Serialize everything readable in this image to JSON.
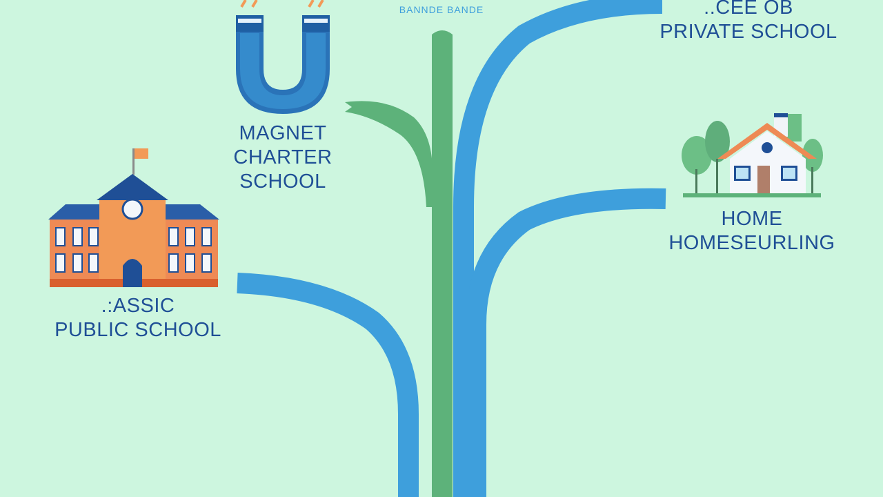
{
  "colors": {
    "background": "#cdf6df",
    "branch_blue": "#3e9fdc",
    "trunk_green": "#5db27a",
    "text_navy": "#1f4f96",
    "brick_orange": "#ee8a55",
    "roof_navy": "#1f4f96",
    "flag_orange": "#f29a57"
  },
  "top_caption": "BANNDE BANDE",
  "nodes": {
    "magnet": {
      "icon": "magnet-icon",
      "lines": [
        "MAGNET",
        "CHARTER",
        "SCHOOL"
      ]
    },
    "private": {
      "icon": "",
      "lines": [
        "..CEE OB",
        "PRIVATE SCHOOL"
      ]
    },
    "home": {
      "icon": "house-icon",
      "lines": [
        "HOME",
        "HOMESEURLING"
      ]
    },
    "public": {
      "icon": "school-building-icon",
      "lines": [
        ".:ASSIC",
        "PUBLIC SCHOOL"
      ]
    }
  }
}
